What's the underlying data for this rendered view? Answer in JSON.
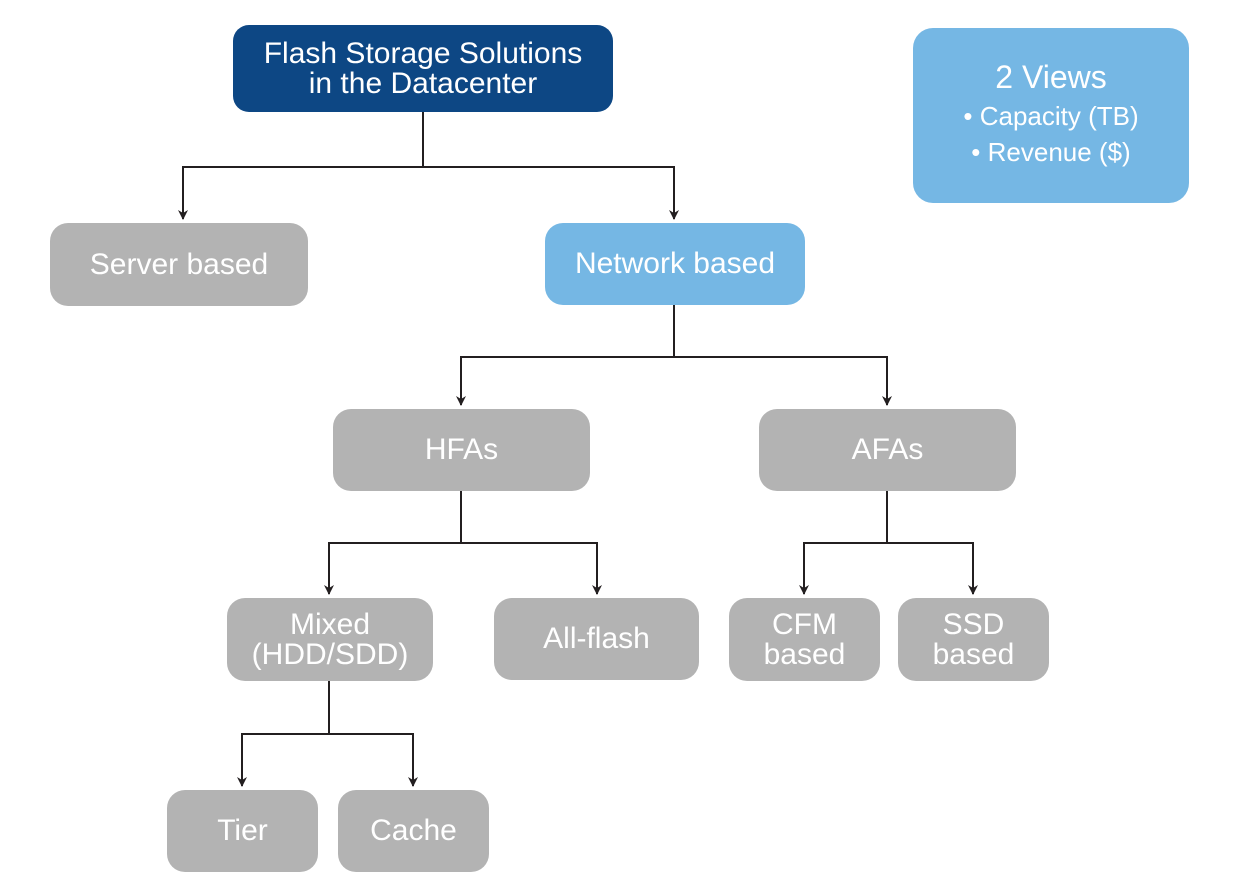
{
  "root": {
    "line1": "Flash Storage Solutions",
    "line2": "in the Datacenter"
  },
  "views": {
    "title": "2 Views",
    "items": [
      "• Capacity (TB)",
      "• Revenue ($)"
    ]
  },
  "nodes": {
    "server": "Server based",
    "network": "Network based",
    "hfas": "HFAs",
    "afas": "AFAs",
    "mixed": {
      "line1": "Mixed",
      "line2": "(HDD/SDD)"
    },
    "allflash": "All-flash",
    "cfm": {
      "line1": "CFM",
      "line2": "based"
    },
    "ssd": {
      "line1": "SSD",
      "line2": "based"
    },
    "tier": "Tier",
    "cache": "Cache"
  },
  "colors": {
    "root_fill": "#0d4784",
    "highlight_fill": "#75b7e4",
    "node_fill": "#b3b3b3",
    "connector": "#231f20"
  }
}
